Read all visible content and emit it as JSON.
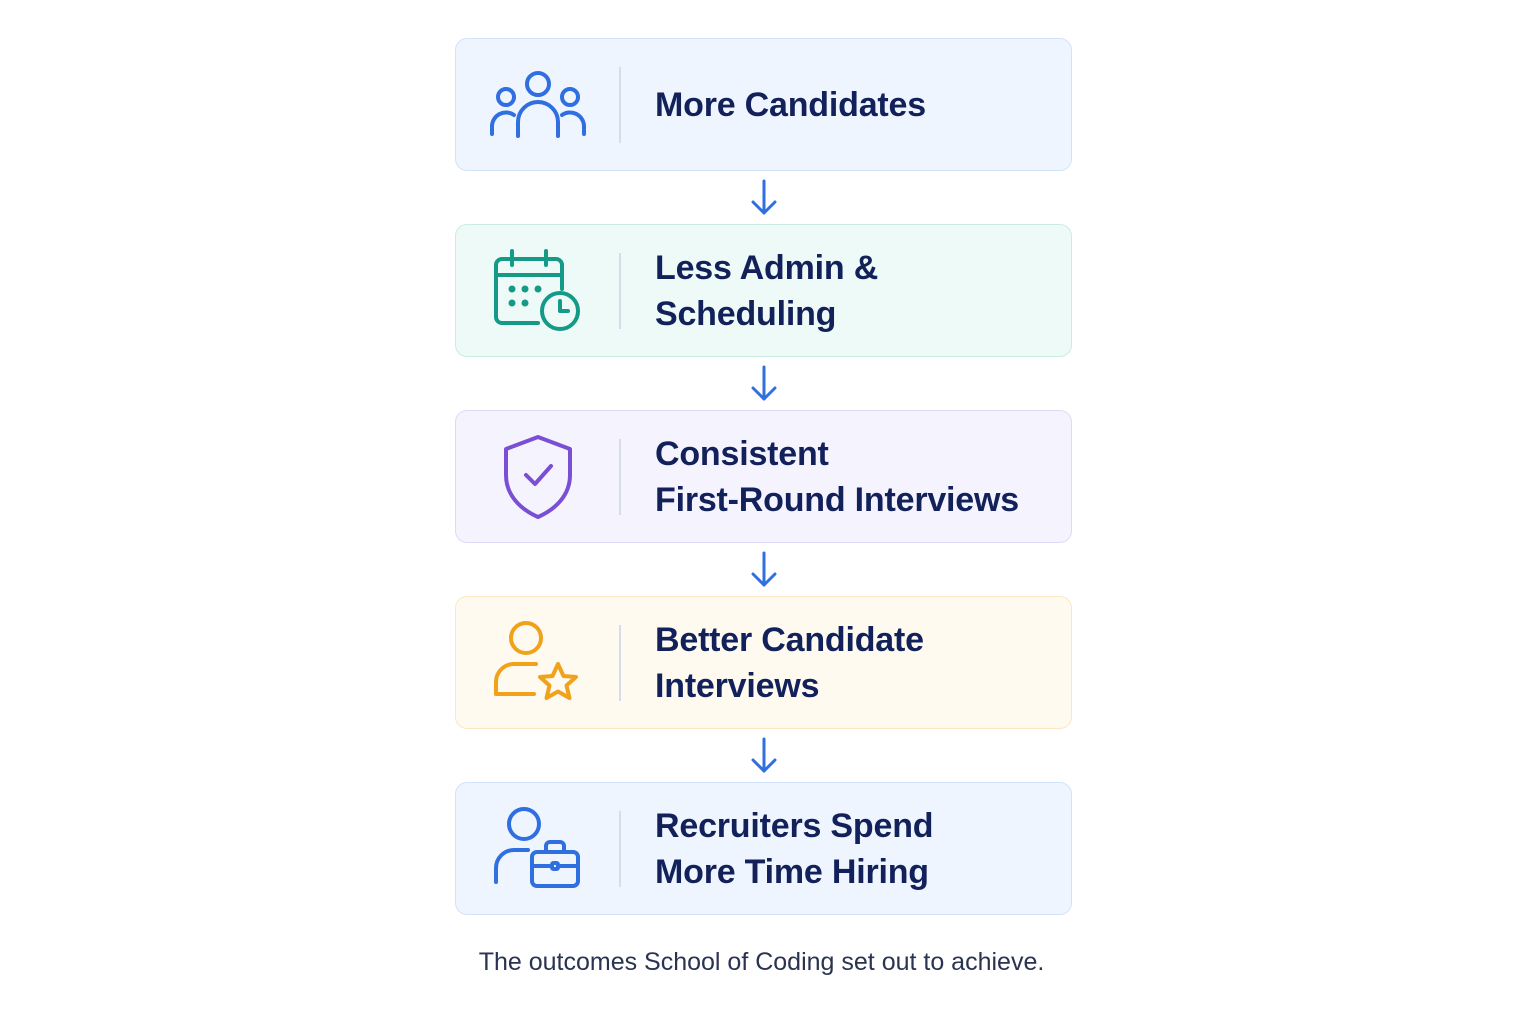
{
  "steps": [
    {
      "line1": "More Candidates",
      "line2": "",
      "icon": "people-group-icon",
      "color": "#2f6fe0"
    },
    {
      "line1": "Less Admin &",
      "line2": "Scheduling",
      "icon": "calendar-clock-icon",
      "color": "#159a87"
    },
    {
      "line1": "Consistent",
      "line2": "First-Round Interviews",
      "icon": "shield-check-icon",
      "color": "#7b4fd3"
    },
    {
      "line1": "Better Candidate",
      "line2": "Interviews",
      "icon": "user-star-icon",
      "color": "#f0a21a"
    },
    {
      "line1": "Recruiters Spend",
      "line2": "More Time Hiring",
      "icon": "user-briefcase-icon",
      "color": "#2f6fe0"
    }
  ],
  "arrow_color": "#2f6fe0",
  "caption": "The outcomes School of Coding set out to achieve."
}
